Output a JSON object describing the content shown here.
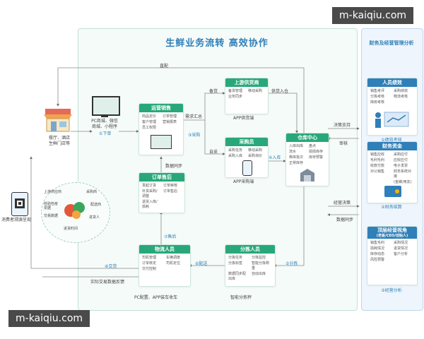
{
  "title": "生鲜业务流转   高效协作",
  "watermark": "m-kaiqiu.com",
  "side": {
    "title": "财务及经营管理分析",
    "cards": [
      {
        "title": "人员绩效",
        "items": [
          "销售考评",
          "采购绩效",
          "分拣考核",
          "物流考核",
          "库房考核"
        ],
        "footer": "①绩效考核"
      },
      {
        "title": "财务资金",
        "items": [
          "销售应收",
          "采购应付",
          "毛利毛利",
          "应收应付",
          "收款付款",
          "电子发票",
          "对公销售",
          "财务系统对接",
          "",
          "(金蝶/用友)"
        ],
        "footer": "②财务结算"
      },
      {
        "title": "顶层经营视角",
        "subtitle": "(老板/CEO/创始人)",
        "items": [
          "销售毛利",
          "采购情况",
          "损耗情况",
          "退货情况",
          "库存动态",
          "客户分析",
          "风险预警",
          ""
        ],
        "footer": "③经营分析"
      }
    ]
  },
  "left": {
    "store_label": [
      "餐厅、酒店",
      "生鲜门店等"
    ],
    "consumer_label": "消费者溯源呈现",
    "circle": {
      "top": "上游供应商",
      "left": [
        "检验检疫",
        "票据"
      ],
      "left2": "交易数据",
      "right1": "采购商",
      "right2": "配送商",
      "right3": "进货人",
      "bottom": "进货时间"
    }
  },
  "flow": {
    "pc_label": [
      "PC商城、微信",
      "商城、小程序"
    ],
    "direct": "直配",
    "order_step": "①下单",
    "demand": "需求汇总",
    "purchase_step": "③采购",
    "stock": "备货",
    "self_buy": "自采",
    "supply_in": "供货入仓",
    "in_step": "④入库",
    "decision": "决策支持",
    "audit": "审核",
    "data_sync": "数据同步",
    "after_step": "⑦售后",
    "business_decision": "经营决策",
    "data_sync2": "数据同步",
    "delivery_step": "⑥配送",
    "sort_step": "⑤分拣",
    "deal_step": "⑧交货",
    "feedback": "实际交易数据反馈",
    "pc_app": "PC配置、APP装车收车",
    "sort_scale": "智能分拣秤"
  },
  "cards": {
    "ops": {
      "title": "运营销售",
      "items": [
        "商品定价",
        "订单管理",
        "客户管理",
        "营销报表",
        "员工权限",
        ""
      ]
    },
    "supplier": {
      "title": "上游供货商",
      "items": [
        "备货管理",
        "移动采购",
        "业务同步",
        ""
      ],
      "caption": "APP供货端"
    },
    "purchase": {
      "title": "采购员",
      "items": [
        "采购任务",
        "移动采购",
        "采购入库",
        "采购询价"
      ],
      "caption": "APP采购端"
    },
    "warehouse": {
      "title": "仓库中心",
      "items": [
        "入库出库",
        "盘点",
        "流水",
        "损损库存",
        "移库批次",
        "库存预警",
        "正常库存",
        ""
      ]
    },
    "after": {
      "title": "订单售后",
      "items": [
        "发起订货",
        "订单审核",
        "补货采购/调整",
        "订单售后",
        "退货入库/损耗",
        ""
      ]
    },
    "logistics": {
      "title": "物流人员",
      "items": [
        "司机管理",
        "车辆调度",
        "订单核定",
        "司机定位",
        "交付控制",
        ""
      ]
    },
    "sorter": {
      "title": "分拣人员",
      "items": [
        "分拣任务",
        "分拣监控",
        "分拣标签",
        "智能分拣称重",
        "数据同步配出库",
        "自动出库"
      ]
    }
  }
}
